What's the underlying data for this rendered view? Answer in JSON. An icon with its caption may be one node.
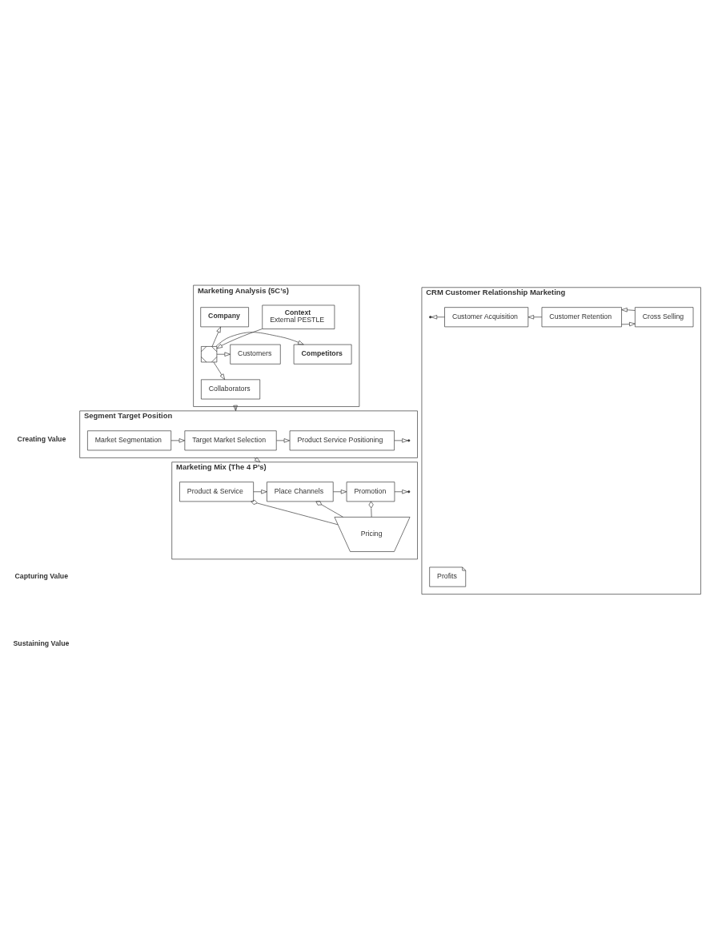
{
  "diagram": {
    "nodes": [
      {
        "text": [
          "Marketing Analysis (5C’s)"
        ]
      },
      {
        "text": [
          "Context",
          "External PESTLE"
        ],
        "in": 0
      },
      {
        "text": [
          "Company"
        ],
        "in": 0
      },
      {
        "text": [
          "Competitors"
        ],
        "in": 0
      },
      {
        "text": [
          "Customers"
        ],
        "in": 0
      },
      {
        "text": [
          "Collaborators"
        ],
        "in": 0
      },
      {
        "text": [],
        "shape": "cross",
        "in": 0
      },
      {
        "text": [
          "Segment Target Position"
        ]
      },
      {
        "text": [
          "Market Segmentation"
        ],
        "in": 7
      },
      {
        "text": [
          "Target Market Selection"
        ],
        "in": 7
      },
      {
        "text": [
          "Product Service Positioning"
        ],
        "in": 7
      },
      {
        "text": [
          "Marketing Mix (The 4 P’s)"
        ]
      },
      {
        "text": [
          "Product & Service"
        ],
        "in": 11
      },
      {
        "text": [
          "Place Channels"
        ],
        "in": 11
      },
      {
        "text": [
          "Promotion"
        ],
        "in": 11
      },
      {
        "text": [
          "Pricing"
        ],
        "in": 11
      },
      {
        "text": [
          "CRM Customer Relationship Marketing"
        ]
      },
      {
        "text": [
          "Customer Acquisition"
        ],
        "in": 16
      },
      {
        "text": [
          "Customer Retention"
        ],
        "in": 16
      },
      {
        "text": [
          "Cross Selling"
        ],
        "in": 16
      },
      {
        "text": [
          "Profits"
        ],
        "in": 16
      }
    ],
    "edges": [
      {
        "from": 1,
        "to": 6,
        "arrow": "to"
      },
      {
        "from": 6,
        "to": 2,
        "arrow": "to"
      },
      {
        "from": 6,
        "to": 3,
        "arrow": "to"
      },
      {
        "from": 6,
        "to": 4,
        "arrow": "to"
      },
      {
        "from": 6,
        "to": 5,
        "arrow": "to"
      },
      {
        "from": 0,
        "to": 7,
        "arrow": "to"
      },
      {
        "from": 8,
        "to": 9,
        "arrow": "to"
      },
      {
        "from": 9,
        "to": 10,
        "arrow": "to"
      },
      {
        "from": 10,
        "to": null,
        "arrow": "to"
      },
      {
        "from": 7,
        "to": 11,
        "arrow": "to"
      },
      {
        "from": 12,
        "to": 13,
        "arrow": "to"
      },
      {
        "from": 13,
        "to": 14,
        "arrow": "to"
      },
      {
        "from": 14,
        "to": null,
        "arrow": "to"
      },
      {
        "from": 12,
        "to": 15,
        "arrow": "other"
      },
      {
        "from": 13,
        "to": 15,
        "arrow": "other"
      },
      {
        "from": 14,
        "to": 15,
        "arrow": "other"
      },
      {
        "from": 17,
        "to": null,
        "arrow": "to"
      },
      {
        "from": 18,
        "to": 17,
        "arrow": "to"
      },
      {
        "from": 18,
        "to": 19,
        "arrow": "to"
      },
      {
        "from": 19,
        "to": 18,
        "arrow": "to"
      }
    ],
    "labels": [
      "Creating Value",
      "Capturing Value",
      "Sustaining Value"
    ]
  }
}
